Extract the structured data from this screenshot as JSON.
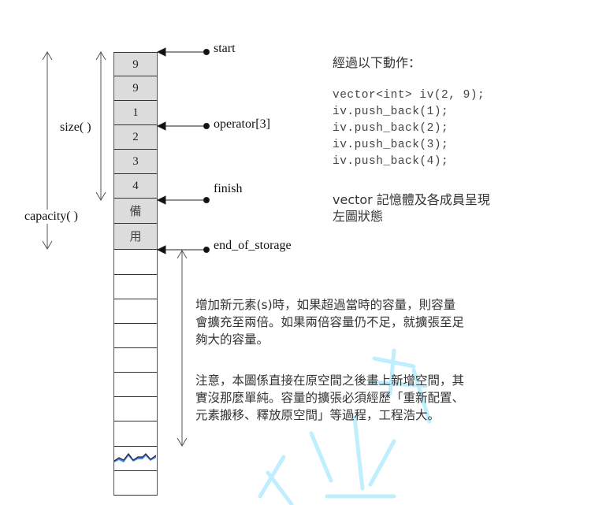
{
  "diagram": {
    "cells": [
      {
        "label": "9",
        "state": "used"
      },
      {
        "label": "9",
        "state": "used"
      },
      {
        "label": "1",
        "state": "used"
      },
      {
        "label": "2",
        "state": "used"
      },
      {
        "label": "3",
        "state": "used"
      },
      {
        "label": "4",
        "state": "used"
      },
      {
        "label": "備",
        "state": "reserved"
      },
      {
        "label": "用",
        "state": "reserved"
      },
      {
        "label": "",
        "state": "new"
      },
      {
        "label": "",
        "state": "new"
      },
      {
        "label": "",
        "state": "new"
      },
      {
        "label": "",
        "state": "new"
      },
      {
        "label": "",
        "state": "new"
      },
      {
        "label": "",
        "state": "new"
      },
      {
        "label": "",
        "state": "new"
      },
      {
        "label": "",
        "state": "new"
      },
      {
        "label": "",
        "state": "break"
      },
      {
        "label": "",
        "state": "new"
      }
    ],
    "pointers": {
      "start": "start",
      "operator": "operator[3]",
      "finish": "finish",
      "end_of_storage": "end_of_storage"
    },
    "dimensions": {
      "size": "size( )",
      "capacity": "capacity( )"
    }
  },
  "notes": {
    "heading": "經過以下動作：",
    "code": [
      "vector<int> iv(2, 9);",
      "iv.push_back(1);",
      "iv.push_back(2);",
      "iv.push_back(3);",
      "iv.push_back(4);"
    ],
    "state_line1": "vector 記憶體及各成員呈現",
    "state_line2": "左圖狀態",
    "growth": [
      "增加新元素(s)時，如果超過當時的容量，則容量",
      "會擴充至兩倍。如果兩倍容量仍不足，就擴張至足",
      "夠大的容量。"
    ],
    "caution": [
      "注意，本圖係直接在原空間之後畫上新增空間，其",
      "實沒那麼單純。容量的擴張必須經歷「重新配置、",
      "元素搬移、釋放原空間」等過程，工程浩大。"
    ]
  },
  "colors": {
    "filled_cell": "#dcdcdc",
    "watermark": "#bfefff",
    "break_mark": "#4a86e8"
  }
}
